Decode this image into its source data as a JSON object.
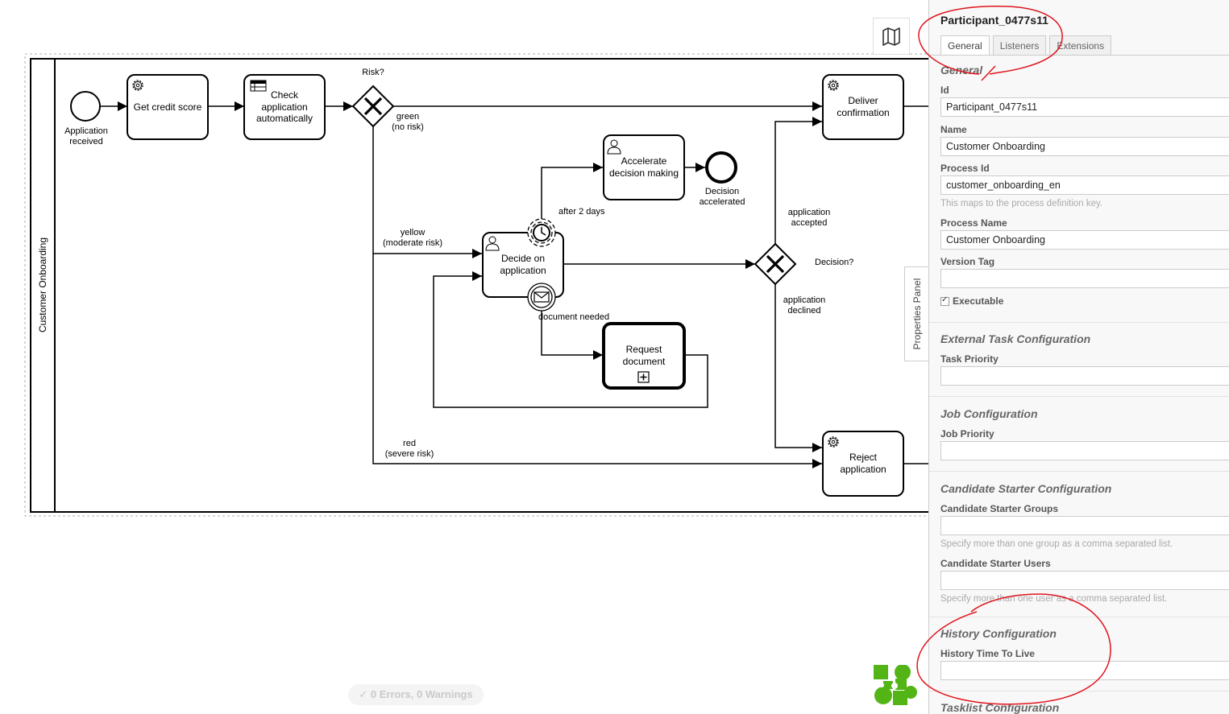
{
  "diagram": {
    "pool_label": "Customer Onboarding",
    "start_event": {
      "label_1": "Application",
      "label_2": "received"
    },
    "tasks": {
      "get_credit_score": {
        "label_1": "Get credit score"
      },
      "check_application": {
        "label_1": "Check",
        "label_2": "application",
        "label_3": "automatically"
      },
      "deliver_confirmation": {
        "label_1": "Deliver",
        "label_2": "confirmation"
      },
      "accelerate_decision": {
        "label_1": "Accelerate",
        "label_2": "decision making"
      },
      "decide_on_application": {
        "label_1": "Decide on",
        "label_2": "application"
      },
      "request_document": {
        "label_1": "Request",
        "label_2": "document"
      },
      "reject_application": {
        "label_1": "Reject",
        "label_2": "application"
      }
    },
    "end_event": {
      "label_1": "Decision",
      "label_2": "accelerated"
    },
    "gateways": {
      "risk": {
        "label": "Risk?"
      },
      "decision": {
        "label": "Decision?"
      }
    },
    "flows": {
      "green": {
        "label_1": "green",
        "label_2": "(no risk)"
      },
      "yellow": {
        "label_1": "yellow",
        "label_2": "(moderate risk)"
      },
      "red": {
        "label_1": "red",
        "label_2": "(severe risk)"
      },
      "after_2_days": {
        "label_1": "after 2 days"
      },
      "document_needed": {
        "label_1": "document needed"
      },
      "accepted": {
        "label_1": "application",
        "label_2": "accepted"
      },
      "declined": {
        "label_1": "application",
        "label_2": "declined"
      }
    }
  },
  "toolbar": {
    "minimap_icon": "map-icon"
  },
  "properties_toggle": {
    "label": "Properties Panel"
  },
  "status": {
    "text": "✓ 0 Errors, 0 Warnings"
  },
  "panel": {
    "title": "Participant_0477s11",
    "tabs": [
      {
        "label": "General"
      },
      {
        "label": "Listeners"
      },
      {
        "label": "Extensions"
      }
    ],
    "general": {
      "heading": "General",
      "id_label": "Id",
      "id_value": "Participant_0477s11",
      "name_label": "Name",
      "name_value": "Customer Onboarding",
      "process_id_label": "Process Id",
      "process_id_value": "customer_onboarding_en",
      "process_id_desc": "This maps to the process definition key.",
      "process_name_label": "Process Name",
      "process_name_value": "Customer Onboarding",
      "version_tag_label": "Version Tag",
      "version_tag_value": "",
      "executable_label": "Executable"
    },
    "external_task": {
      "heading": "External Task Configuration",
      "task_priority_label": "Task Priority"
    },
    "job": {
      "heading": "Job Configuration",
      "job_priority_label": "Job Priority"
    },
    "candidate": {
      "heading": "Candidate Starter Configuration",
      "groups_label": "Candidate Starter Groups",
      "groups_desc": "Specify more than one group as a comma separated list.",
      "users_label": "Candidate Starter Users",
      "users_desc": "Specify more than one user as a comma separated list."
    },
    "history": {
      "heading": "History Configuration",
      "ttl_label": "History Time To Live"
    },
    "tasklist": {
      "heading": "Tasklist Configuration"
    }
  },
  "colors": {
    "annotation_red": "#e0141e",
    "logo_green": "#52b415"
  }
}
